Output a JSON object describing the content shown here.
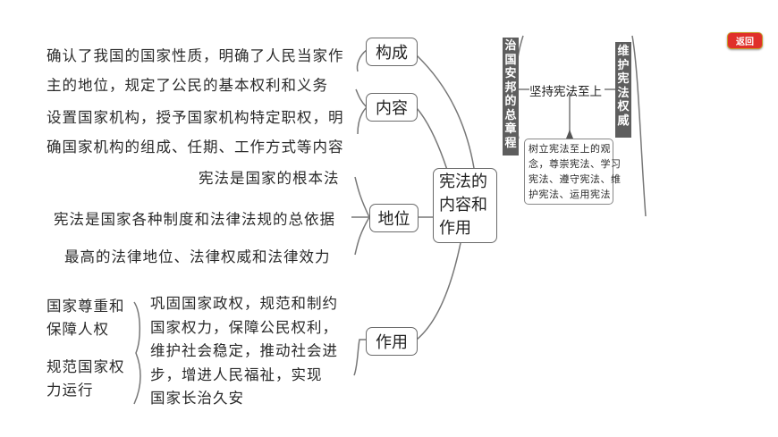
{
  "return_button": {
    "label": "返回",
    "color": "#e0302a"
  },
  "center": {
    "label": "宪法的\n内容和\n作用"
  },
  "branches": {
    "gouchen": {
      "label": "构成",
      "text": [
        "确认了我国的国家性质，明确了人民当家作",
        "主的地位，规定了公民的基本权利和义务"
      ]
    },
    "neirong": {
      "label": "内容",
      "text": [
        "设置国家机构，授予国家机构特定职权，明",
        "确国家机构的组成、任期、工作方式等内容"
      ]
    },
    "diwei": {
      "label": "地位",
      "items": [
        "宪法是国家的根本法",
        "宪法是国家各种制度和法律法规的总依据",
        "最高的法律地位、法律权威和法律效力"
      ]
    },
    "zuoyong": {
      "label": "作用",
      "left_items": [
        "国家尊重和\n保障人权",
        "规范国家权\n力运行"
      ],
      "main_text": [
        "巩固国家政权，规范和制约",
        "国家权力，保障公民权利，",
        "维护社会稳定，推动社会进",
        "步，增进人民福祉，实现",
        "国家长治久安"
      ]
    }
  },
  "right": {
    "bar_left": "治国安邦的总章程",
    "center_label": "坚持宪法至上",
    "bar_right": "维护宪法权威",
    "note": [
      "树立宪法至上的观",
      "念，尊崇宪法、学习",
      "宪法、遵守宪法、维",
      "护宪法、运用宪法"
    ]
  }
}
